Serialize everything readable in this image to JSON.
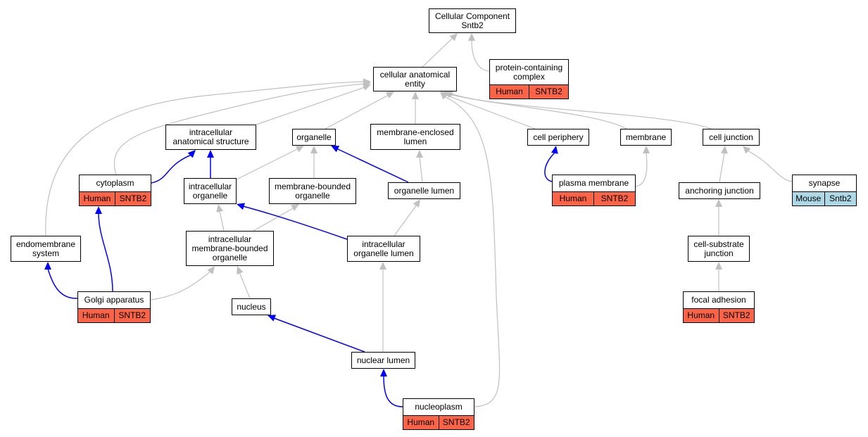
{
  "colors": {
    "edge_default": "#c0c0c0",
    "edge_highlight": "#0000ff",
    "human": "#fb6347",
    "mouse": "#add8e6"
  },
  "nodes": {
    "cc": {
      "label": "Cellular Component\nSntb2"
    },
    "pcc": {
      "label": "protein-containing\ncomplex",
      "tags": [
        {
          "text": "Human",
          "species": "human"
        },
        {
          "text": "SNTB2",
          "species": "human"
        }
      ]
    },
    "cae": {
      "label": "cellular anatomical\nentity"
    },
    "ias": {
      "label": "intracellular\nanatomical structure"
    },
    "org": {
      "label": "organelle"
    },
    "mel": {
      "label": "membrane-enclosed\nlumen"
    },
    "cp": {
      "label": "cell periphery"
    },
    "mem": {
      "label": "membrane"
    },
    "cj": {
      "label": "cell junction"
    },
    "cyt": {
      "label": "cytoplasm",
      "tags": [
        {
          "text": "Human",
          "species": "human"
        },
        {
          "text": "SNTB2",
          "species": "human"
        }
      ]
    },
    "io": {
      "label": "intracellular\norganelle"
    },
    "mbo": {
      "label": "membrane-bounded\norganelle"
    },
    "ol": {
      "label": "organelle lumen"
    },
    "pm": {
      "label": "plasma membrane",
      "tags": [
        {
          "text": "Human",
          "species": "human"
        },
        {
          "text": "SNTB2",
          "species": "human"
        }
      ]
    },
    "aj": {
      "label": "anchoring junction"
    },
    "syn": {
      "label": "synapse",
      "tags": [
        {
          "text": "Mouse",
          "species": "mouse"
        },
        {
          "text": "Sntb2",
          "species": "mouse"
        }
      ]
    },
    "ems": {
      "label": "endomembrane\nsystem"
    },
    "imbo": {
      "label": "intracellular\nmembrane-bounded\norganelle"
    },
    "iol": {
      "label": "intracellular\norganelle lumen"
    },
    "csj": {
      "label": "cell-substrate\njunction"
    },
    "ga": {
      "label": "Golgi apparatus",
      "tags": [
        {
          "text": "Human",
          "species": "human"
        },
        {
          "text": "SNTB2",
          "species": "human"
        }
      ]
    },
    "nuc": {
      "label": "nucleus"
    },
    "fa": {
      "label": "focal adhesion",
      "tags": [
        {
          "text": "Human",
          "species": "human"
        },
        {
          "text": "SNTB2",
          "species": "human"
        }
      ]
    },
    "nl": {
      "label": "nuclear lumen"
    },
    "np": {
      "label": "nucleoplasm",
      "tags": [
        {
          "text": "Human",
          "species": "human"
        },
        {
          "text": "SNTB2",
          "species": "human"
        }
      ]
    }
  },
  "edges": [
    {
      "from": "cae",
      "to": "cc",
      "kind": "default"
    },
    {
      "from": "pcc",
      "to": "cc",
      "kind": "default"
    },
    {
      "from": "ias",
      "to": "cae",
      "kind": "default"
    },
    {
      "from": "org",
      "to": "cae",
      "kind": "default"
    },
    {
      "from": "mel",
      "to": "cae",
      "kind": "default"
    },
    {
      "from": "cp",
      "to": "cae",
      "kind": "default"
    },
    {
      "from": "mem",
      "to": "cae",
      "kind": "default"
    },
    {
      "from": "cj",
      "to": "cae",
      "kind": "default"
    },
    {
      "from": "cyt",
      "to": "cae",
      "kind": "default"
    },
    {
      "from": "ems",
      "to": "cae",
      "kind": "default"
    },
    {
      "from": "np",
      "to": "cae",
      "kind": "default"
    },
    {
      "from": "cyt",
      "to": "ias",
      "kind": "highlight"
    },
    {
      "from": "io",
      "to": "ias",
      "kind": "highlight"
    },
    {
      "from": "io",
      "to": "org",
      "kind": "default"
    },
    {
      "from": "mbo",
      "to": "org",
      "kind": "default"
    },
    {
      "from": "ol",
      "to": "org",
      "kind": "highlight"
    },
    {
      "from": "ol",
      "to": "mel",
      "kind": "default"
    },
    {
      "from": "pm",
      "to": "cp",
      "kind": "highlight"
    },
    {
      "from": "pm",
      "to": "mem",
      "kind": "default"
    },
    {
      "from": "aj",
      "to": "cj",
      "kind": "default"
    },
    {
      "from": "syn",
      "to": "cj",
      "kind": "default"
    },
    {
      "from": "imbo",
      "to": "io",
      "kind": "default"
    },
    {
      "from": "imbo",
      "to": "mbo",
      "kind": "default"
    },
    {
      "from": "iol",
      "to": "io",
      "kind": "highlight"
    },
    {
      "from": "iol",
      "to": "ol",
      "kind": "default"
    },
    {
      "from": "csj",
      "to": "aj",
      "kind": "default"
    },
    {
      "from": "ga",
      "to": "ems",
      "kind": "highlight"
    },
    {
      "from": "ga",
      "to": "cyt",
      "kind": "highlight"
    },
    {
      "from": "ga",
      "to": "imbo",
      "kind": "default"
    },
    {
      "from": "nuc",
      "to": "imbo",
      "kind": "default"
    },
    {
      "from": "fa",
      "to": "csj",
      "kind": "default"
    },
    {
      "from": "nl",
      "to": "nuc",
      "kind": "highlight"
    },
    {
      "from": "nl",
      "to": "iol",
      "kind": "default"
    },
    {
      "from": "np",
      "to": "nl",
      "kind": "highlight"
    }
  ]
}
